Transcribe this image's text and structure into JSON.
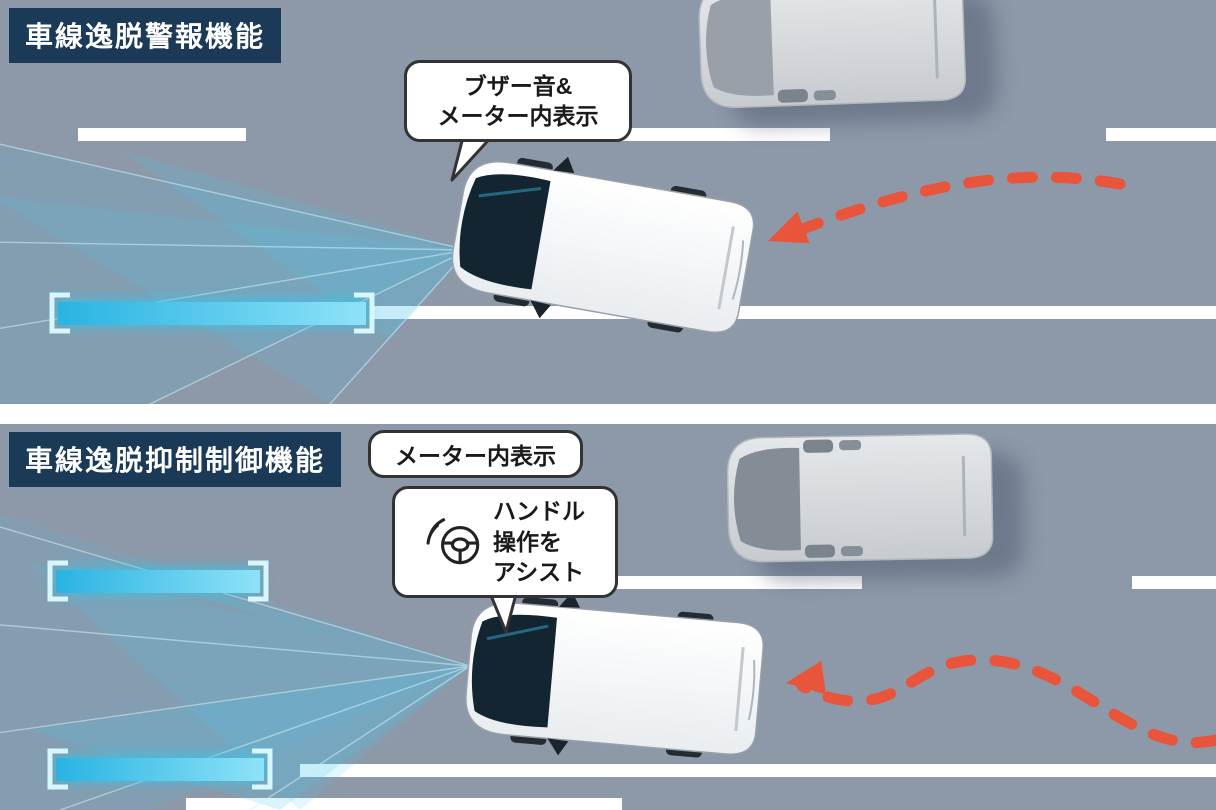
{
  "panels": [
    {
      "title": "車線逸脱警報機能",
      "callout_lines": [
        "ブザー音&",
        "メーター内表示"
      ]
    },
    {
      "title": "車線逸脱抑制制御機能",
      "meter_callout": "メーター内表示",
      "assist_callout_lines": [
        "ハンドル",
        "操作を",
        "アシスト"
      ],
      "assist_icon": "steering-wheel-icon"
    }
  ],
  "colors": {
    "road": "#8d98a8",
    "header_bg": "#1b3a57",
    "header_text": "#ffffff",
    "lane_marking": "#ffffff",
    "sensor_beam": "#49c9ef",
    "highlight": "#35c4ea",
    "arrow": "#e8553a",
    "bubble_border": "#333333",
    "bubble_bg": "#ffffff"
  }
}
